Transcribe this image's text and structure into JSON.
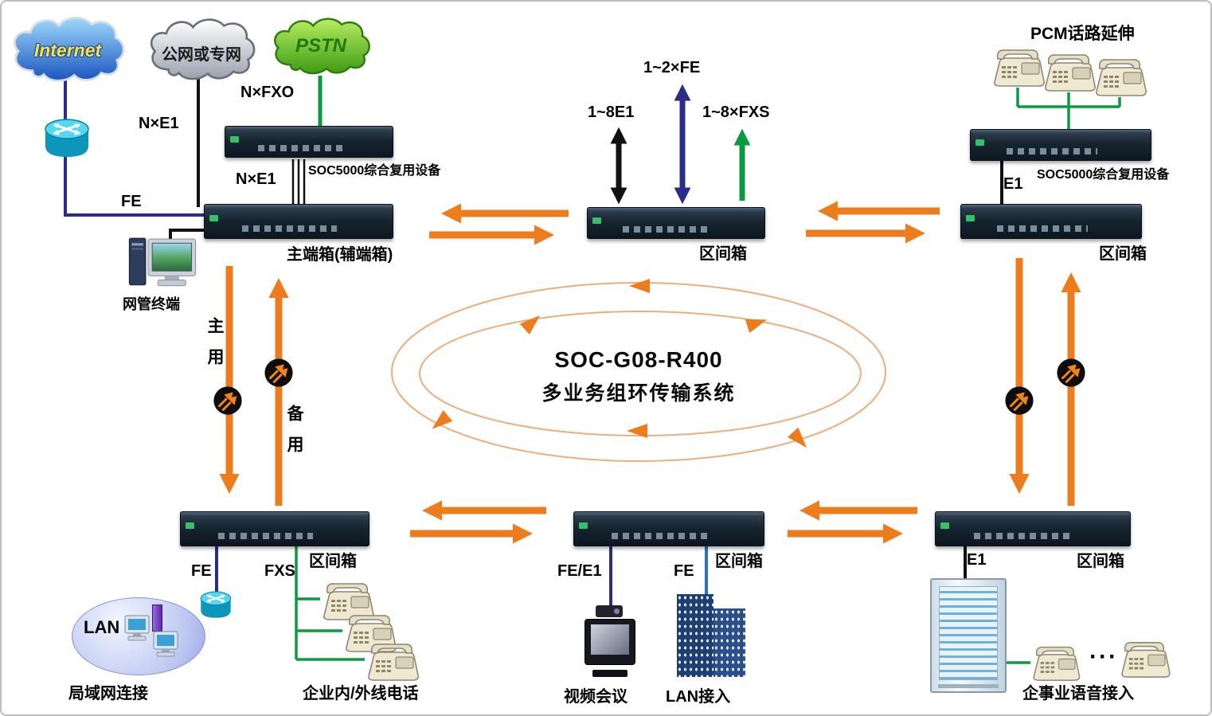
{
  "colors": {
    "arrow_orange": "#ED7D1C",
    "line_black": "#111111",
    "line_navy": "#2B2B8A",
    "line_green": "#0A9B40",
    "line_blue": "#2B6FD4",
    "ring_stroke": "#EDAD7C",
    "rack_body": "#17242F"
  },
  "top_left": {
    "internet_label": "Internet",
    "wan_label": "公网或专网",
    "pstn_label": "PSTN",
    "fe_label": "FE",
    "n_e1_label": "N×E1",
    "n_fxo_label": "N×FXO",
    "soc5000_caption": "SOC5000综合复用设备",
    "n_e1_mid_label": "N×E1",
    "main_box_caption": "主端箱(辅端箱)",
    "nms_caption": "网管终端"
  },
  "top_center": {
    "e1_arrow_label": "1~8E1",
    "fe_arrow_label": "1~2×FE",
    "fxs_arrow_label": "1~8×FXS",
    "box_caption": "区间箱"
  },
  "top_right": {
    "pcm_caption": "PCM话路延伸",
    "soc5000_caption": "SOC5000综合复用设备",
    "e1_label": "E1",
    "box_caption": "区间箱"
  },
  "ring": {
    "title_line1": "SOC-G08-R400",
    "title_line2": "多业务组环传输系统",
    "primary_label": "主用",
    "backup_label": "备用"
  },
  "bottom_left": {
    "box_caption": "区间箱",
    "fe_label": "FE",
    "fxs_label": "FXS",
    "lan_label": "LAN",
    "lan_caption": "局域网连接",
    "phones_caption": "企业内/外线电话"
  },
  "bottom_center": {
    "box_caption": "区间箱",
    "fe_e1_label": "FE/E1",
    "fe_label": "FE",
    "video_caption": "视频会议",
    "lan_caption": "LAN接入"
  },
  "bottom_right": {
    "box_caption": "区间箱",
    "e1_label": "E1",
    "ellipsis": "···",
    "voice_caption": "企事业语音接入"
  }
}
